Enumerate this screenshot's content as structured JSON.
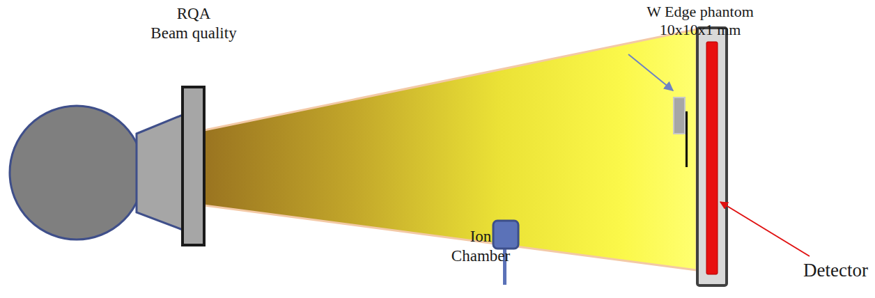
{
  "diagram": {
    "labels": [
      "RQA Beam quality",
      "W Edge phantom 10x10x1 mm",
      "Ion Chamber",
      "Detector"
    ]
  }
}
